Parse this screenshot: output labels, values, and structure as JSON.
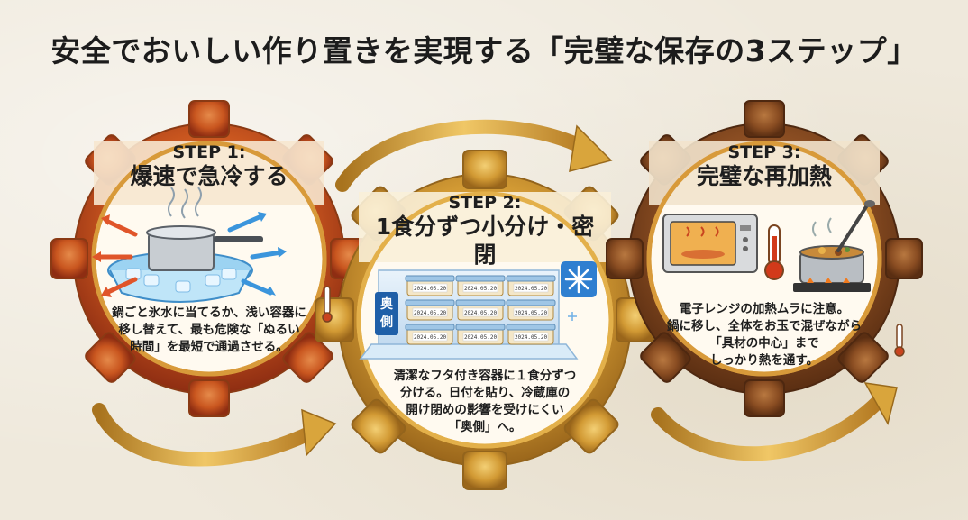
{
  "title": "安全でおいしい作り置きを実現する「完璧な保存の3ステップ」",
  "steps": [
    {
      "label": "STEP 1:",
      "heading": "爆速で急冷する",
      "desc_lines": [
        "鍋ごと氷水に当てるか、浅い容器に",
        "移し替えて、最も危険な「ぬるい",
        "時間」を最短で通過させる。"
      ],
      "accent": "#c9441f"
    },
    {
      "label": "STEP 2:",
      "heading": "1食分ずつ小分け・密閉",
      "oku_tag": "奥側",
      "container_labels": [
        "2024.05.20",
        "2024.05.20",
        "2024.05.20",
        "2024.05.20",
        "2024.05.20",
        "2024.05.20",
        "2024.05.20",
        "2024.05.20",
        "2024.05.20"
      ],
      "desc_lines": [
        "清潔なフタ付き容器に１食分ずつ",
        "分ける。日付を貼り、冷蔵庫の",
        "開け閉めの影響を受けにくい",
        "「奥側」へ。"
      ],
      "accent": "#3d8fd6"
    },
    {
      "label": "STEP 3:",
      "heading": "完璧な再加熱",
      "desc_lines": [
        "電子レンジの加熱ムラに注意。",
        "鍋に移し、全体をお玉で混ぜながら",
        "「具材の中心」まで",
        "しっかり熱を通す。"
      ],
      "accent": "#8b4a24"
    }
  ],
  "colors": {
    "gold": "#c9922e",
    "gold_dark": "#9a6a1c",
    "red": "#b8401c",
    "blue": "#2f7fd0",
    "brown": "#7a4420"
  }
}
